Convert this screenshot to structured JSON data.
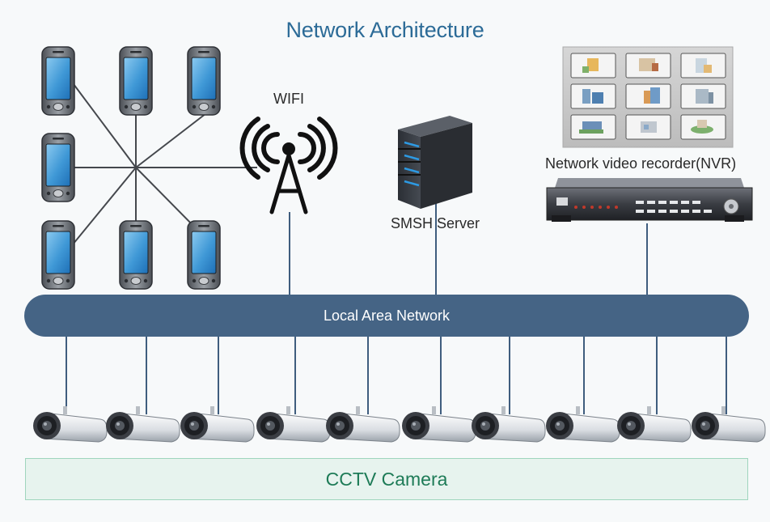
{
  "title": "Network Architecture",
  "wifi_label": "WIFI",
  "server_label": "SMSH Server",
  "nvr_label": "Network video recorder(NVR)",
  "lan_label": "Local Area Network",
  "camera_label": "CCTV Camera",
  "colors": {
    "title": "#2c6b97",
    "lan_bar": "#456485",
    "connector": "#3f5d7e",
    "camera_box_fill": "#e7f3ee",
    "camera_box_border": "#9fd5bd",
    "camera_text": "#1e7b57"
  },
  "icons": {
    "phone": "smartphone-icon",
    "wifi": "wifi-tower-icon",
    "server": "server-icon",
    "monitor": "video-wall-icon",
    "nvr": "nvr-device-icon",
    "camera": "cctv-camera-icon"
  }
}
